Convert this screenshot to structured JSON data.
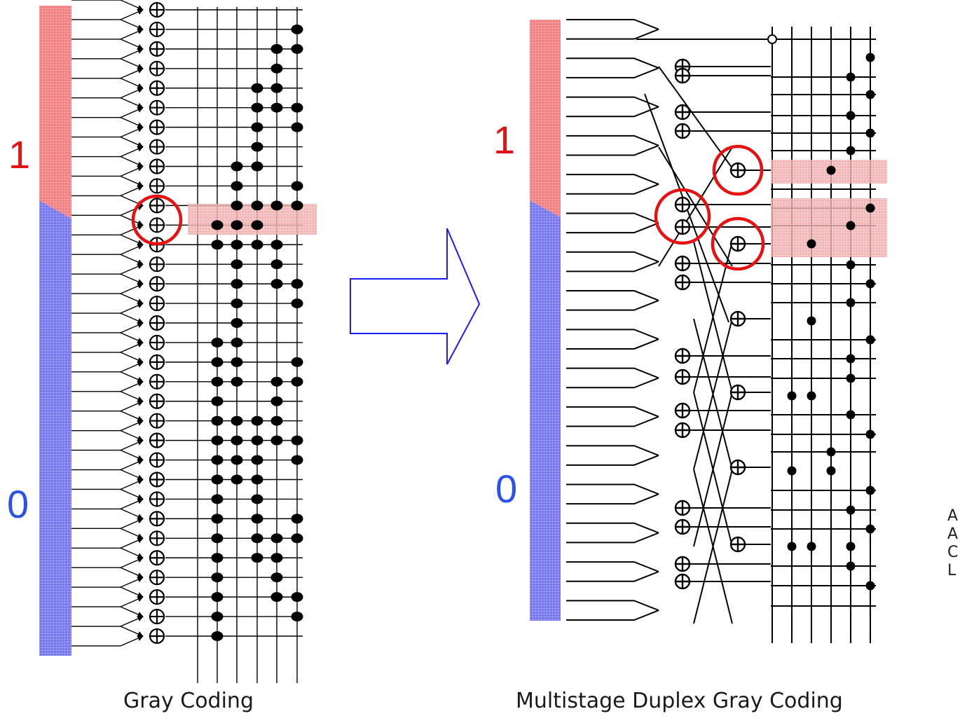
{
  "left_panel": {
    "label_one": "1",
    "label_zero": "0",
    "caption": "Gray Coding"
  },
  "right_panel": {
    "label_one": "1",
    "label_zero": "0",
    "caption": "Multistage Duplex Gray Coding"
  },
  "edge_fragment": [
    "A",
    "A",
    "C",
    "L"
  ],
  "colors": {
    "high_level": "#f26a6a",
    "low_level": "#6f6ff2",
    "highlight_circle": "#e81010",
    "highlight_band": "#e8a0a0",
    "arrow_outline": "#1a1aff",
    "wiring": "#000000",
    "digit_one": "#e01414",
    "digit_zero": "#2a52e8"
  }
}
